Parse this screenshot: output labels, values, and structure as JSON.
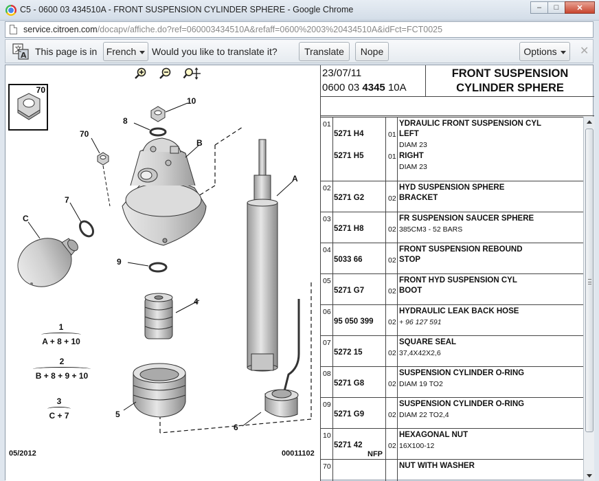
{
  "window": {
    "title": "C5 - 0600 03 434510A - FRONT SUSPENSION CYLINDER SPHERE - Google Chrome"
  },
  "address": {
    "host": "service.citroen.com",
    "path": "/docapv/affiche.do?ref=060003434510A&refaff=0600%2003%20434510A&idFct=FCT0025"
  },
  "translate_bar": {
    "prefix": "This page is in",
    "language": "French",
    "question": "Would you like to translate it?",
    "translate_label": "Translate",
    "nope_label": "Nope",
    "options_label": "Options",
    "close_glyph": "✕"
  },
  "diagram": {
    "thumb_number": "70",
    "labels": [
      "10",
      "8",
      "B",
      "70",
      "A",
      "7",
      "C",
      "9",
      "4",
      "5",
      "6"
    ],
    "formulas": [
      {
        "num": "1",
        "expr": "A + 8 + 10"
      },
      {
        "num": "2",
        "expr": "B + 8 + 9 + 10"
      },
      {
        "num": "3",
        "expr": "C + 7"
      }
    ],
    "footer_date": "05/2012",
    "footer_code": "00011102"
  },
  "header": {
    "date": "23/07/11",
    "ref_prefix": "0600 03",
    "ref_bold": "4345",
    "ref_suffix": "10A",
    "title_line1": "FRONT SUSPENSION",
    "title_line2": "CYLINDER SPHERE"
  },
  "parts": [
    {
      "idx": "01",
      "ref": "5271 H4",
      "qty": "01",
      "desc": "YDRAULIC FRONT SUSPENSION CYL",
      "desc2": "LEFT",
      "sub": "DIAM 23",
      "ref2": "5271 H5",
      "qty2": "01",
      "desc3": "RIGHT",
      "sub2": "DIAM 23"
    },
    {
      "idx": "02",
      "ref": "5271 G2",
      "qty": "02",
      "desc": "HYD SUSPENSION SPHERE",
      "desc2": "BRACKET",
      "sub": ""
    },
    {
      "idx": "03",
      "ref": "5271 H8",
      "qty": "02",
      "desc": "FR SUSPENSION SAUCER SPHERE",
      "desc2": "",
      "sub": "385CM3 - 52 BARS"
    },
    {
      "idx": "04",
      "ref": "5033 66",
      "qty": "02",
      "desc": "FRONT SUSPENSION REBOUND",
      "desc2": "STOP",
      "sub": ""
    },
    {
      "idx": "05",
      "ref": "5271 G7",
      "qty": "02",
      "desc": "FRONT HYD SUSPENSION CYL",
      "desc2": "BOOT",
      "sub": ""
    },
    {
      "idx": "06",
      "ref": "95 050 399",
      "qty": "02",
      "desc": "HYDRAULIC LEAK BACK HOSE",
      "desc2": "",
      "sub": "+ 96 127 591",
      "italic": true
    },
    {
      "idx": "07",
      "ref": "5272 15",
      "qty": "02",
      "desc": "SQUARE SEAL",
      "desc2": "",
      "sub": "37,4X42X2,6"
    },
    {
      "idx": "08",
      "ref": "5271 G8",
      "qty": "02",
      "desc": "SUSPENSION CYLINDER O-RING",
      "desc2": "",
      "sub": "DIAM 19 TO2"
    },
    {
      "idx": "09",
      "ref": "5271 G9",
      "qty": "02",
      "desc": "SUSPENSION CYLINDER O-RING",
      "desc2": "",
      "sub": "DIAM 22 TO2,4"
    },
    {
      "idx": "10",
      "ref": "5271 42",
      "qty": "02",
      "desc": "HEXAGONAL NUT",
      "desc2": "",
      "sub": "16X100-12",
      "nfp": "NFP"
    },
    {
      "idx": "70",
      "ref": "",
      "qty": "",
      "desc": "NUT WITH WASHER",
      "desc2": "",
      "sub": ""
    }
  ]
}
